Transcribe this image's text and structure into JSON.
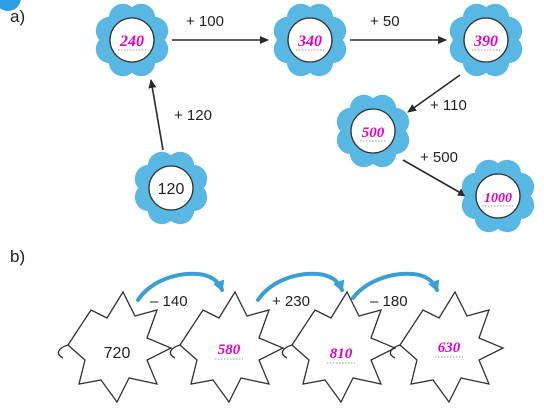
{
  "colors": {
    "petal": "#59b8e3",
    "handwriting": "#e000c8",
    "arrow": "#2a2a2a",
    "curved_arrow": "#3a9fd6",
    "badge": "#2e9fe0"
  },
  "part_a": {
    "label": "a)",
    "flowers": [
      {
        "value": "240",
        "handwritten": true
      },
      {
        "value": "340",
        "handwritten": true
      },
      {
        "value": "390",
        "handwritten": true
      },
      {
        "value": "500",
        "handwritten": true
      },
      {
        "value": "1000",
        "handwritten": true
      },
      {
        "value": "120",
        "handwritten": false
      }
    ],
    "operations": [
      {
        "label": "+ 100"
      },
      {
        "label": "+ 50"
      },
      {
        "label": "+ 110"
      },
      {
        "label": "+ 500"
      },
      {
        "label": "+ 120"
      }
    ]
  },
  "part_b": {
    "label": "b)",
    "leaves": [
      {
        "value": "720",
        "handwritten": false
      },
      {
        "value": "580",
        "handwritten": true
      },
      {
        "value": "810",
        "handwritten": true
      },
      {
        "value": "630",
        "handwritten": true
      }
    ],
    "operations": [
      {
        "label": "– 140"
      },
      {
        "label": "+ 230"
      },
      {
        "label": "– 180"
      }
    ]
  }
}
